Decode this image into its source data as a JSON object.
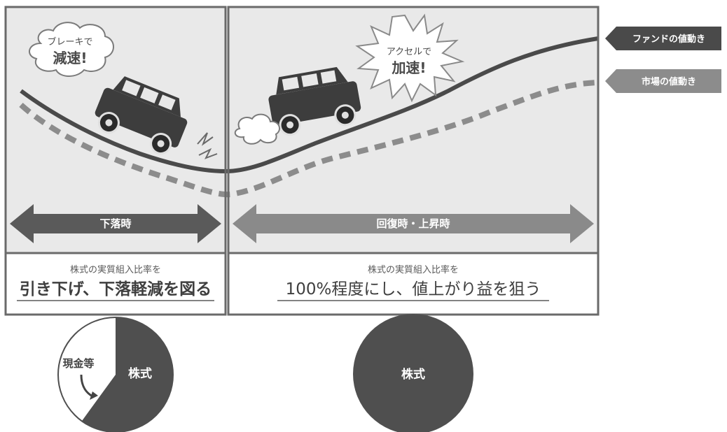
{
  "legend": {
    "fund_label": "ファンドの値動き",
    "market_label": "市場の値動き"
  },
  "bubbles": {
    "brake_small": "ブレーキで",
    "brake_big": "減速!",
    "accel_small": "アクセルで",
    "accel_big": "加速!"
  },
  "phases": {
    "falling_label": "下落時",
    "recovery_label": "回復時・上昇時"
  },
  "captions": {
    "left_small": "株式の実質組入比率を",
    "left_big": "引き下げ、下落軽減を図る",
    "right_small": "株式の実質組入比率を",
    "right_big": "100%程度にし、値上がり益を狙う"
  },
  "pies": {
    "left": {
      "stock_label": "株式",
      "cash_label": "現金等",
      "stock_share": 0.6
    },
    "right": {
      "stock_label": "株式",
      "stock_share": 1.0
    }
  },
  "colors": {
    "fund_line": "#4a4a4a",
    "market_line": "#8c8c8c",
    "arrow_dark": "#5a5a5a",
    "arrow_light": "#8a8a8a",
    "pie_fill": "#4f4f4f"
  }
}
